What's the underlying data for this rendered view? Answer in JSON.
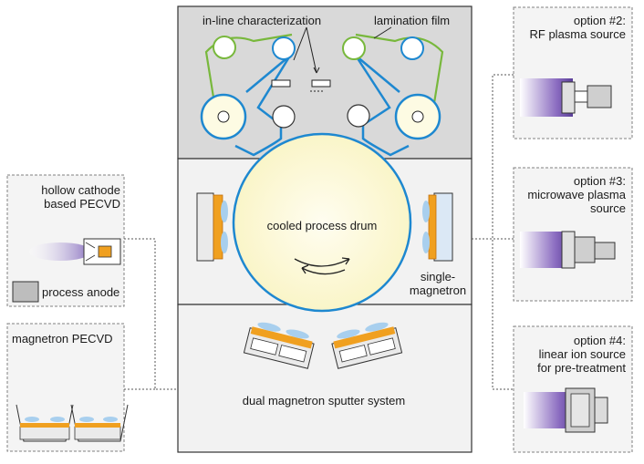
{
  "labels": {
    "inline_characterization": "in-line characterization",
    "lamination_film": "lamination film",
    "cooled_process_drum": "cooled process drum",
    "single_magnetron": [
      "single-",
      "magnetron"
    ],
    "dual_magnetron": "dual magnetron sputter system",
    "hollow_cathode": [
      "hollow cathode",
      "based PECVD"
    ],
    "process_anode": "process anode",
    "magnetron_pecvd": "magnetron PECVD",
    "option2": [
      "option #2:",
      "RF plasma source"
    ],
    "option3": [
      "option #3:",
      "microwave plasma",
      "source"
    ],
    "option4": [
      "option #4:",
      "linear ion source",
      "for pre-treatment"
    ]
  },
  "colors": {
    "chamber_gray": "#d9d9d9",
    "chamber_light": "#f2f2f2",
    "drum_fill": "#fdfbe3",
    "roll_fill": "#fdfbe3",
    "web_blue": "#1e88d0",
    "film_green": "#78b83c",
    "target_orange": "#f0a020",
    "plasma_blue": "#a8cfee",
    "plasma_purple": "#6b4fa8",
    "anode_gray": "#bdbdbd",
    "box_border": "#808080"
  }
}
